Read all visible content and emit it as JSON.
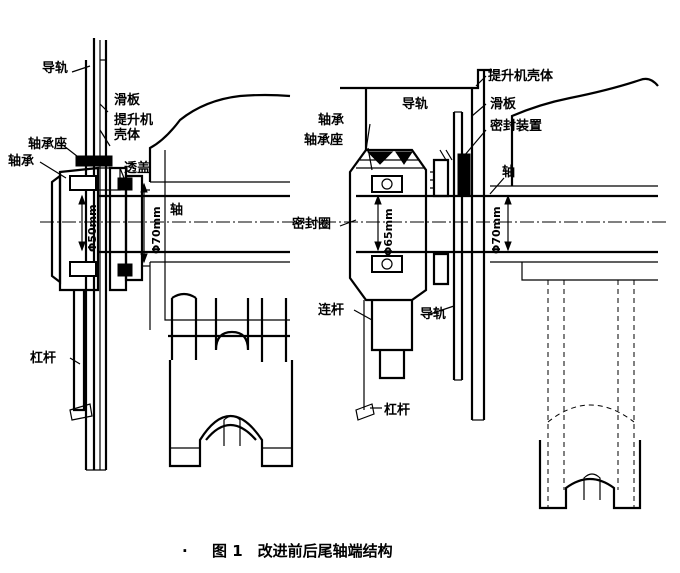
{
  "labels": {
    "left": {
      "guide_rail": "导轨",
      "slide_plate": "滑板",
      "hoist_housing": "提升机\n壳体",
      "bearing_seat": "轴承座",
      "bearing": "轴承",
      "cover": "透盖",
      "shaft": "轴",
      "dia_50": "Φ50mm",
      "dia_70": "Φ70mm",
      "lever": "杠杆"
    },
    "right": {
      "hoist_housing": "提升机壳体",
      "guide_rail_top": "导轨",
      "slide_plate": "滑板",
      "bearing": "轴承",
      "bearing_seat": "轴承座",
      "seal_device": "密封装置",
      "shaft": "轴",
      "seal_ring": "密封圈",
      "dia_65": "Φ65mm",
      "dia_70": "Φ70mm",
      "link_rod": "连杆",
      "guide_rail_bottom": "导轨",
      "lever": "杠杆"
    }
  },
  "caption": {
    "dot": "·",
    "text": "图 1　改进前后尾轴端结构"
  }
}
